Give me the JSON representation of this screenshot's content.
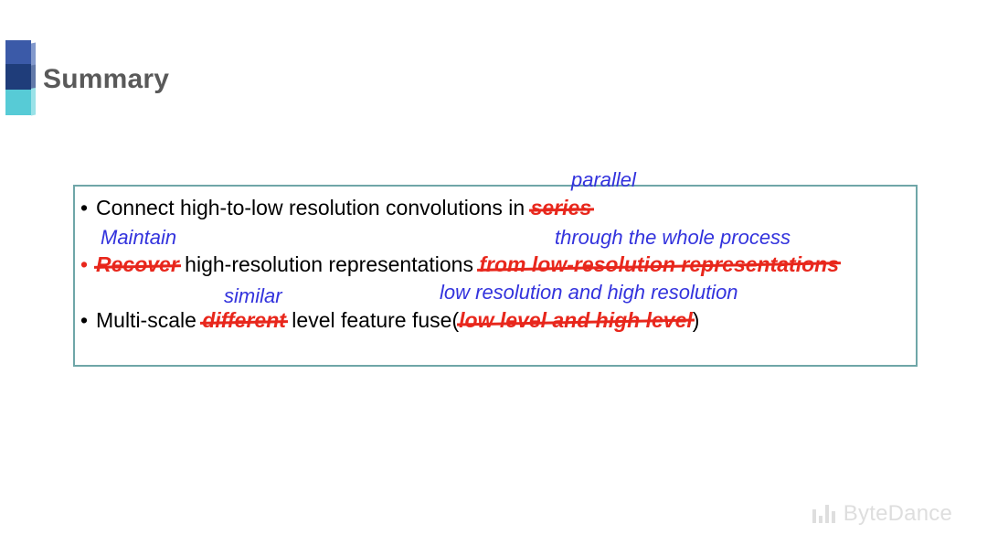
{
  "slide": {
    "title": "Summary",
    "background_color": "#ffffff"
  },
  "colors": {
    "title_gray": "#595959",
    "body_black": "#000000",
    "strike_red": "#e8271c",
    "correction_blue": "#3333dd",
    "box_border_teal": "#6fa6a8",
    "watermark_gray": "#dedede",
    "logo_blue_light": "#3b5aa8",
    "logo_blue_dark": "#1f3d7a",
    "logo_teal": "#57cbd6"
  },
  "content_box": {
    "lines": [
      {
        "id": "line-1",
        "bullet": "•",
        "bullet_color": "black",
        "segments": [
          {
            "kind": "plain",
            "text": "Connect high-to-low resolution convolutions in "
          },
          {
            "kind": "struck",
            "text": "series"
          }
        ]
      },
      {
        "id": "line-2",
        "bullet": "•",
        "bullet_color": "red",
        "segments": [
          {
            "kind": "struck",
            "text": "Recover"
          },
          {
            "kind": "plain",
            "text": " high-resolution representations "
          },
          {
            "kind": "struck",
            "text": "from low-resolution representations"
          }
        ]
      },
      {
        "id": "line-3",
        "bullet": "•",
        "bullet_color": "black",
        "segments": [
          {
            "kind": "plain",
            "text": "Multi-scale "
          },
          {
            "kind": "struck",
            "text": "different"
          },
          {
            "kind": "plain",
            "text": " level feature fuse("
          },
          {
            "kind": "struck",
            "text": "low level and high level"
          },
          {
            "kind": "plain",
            "text": ")"
          }
        ]
      }
    ],
    "corrections": [
      {
        "id": "correction-parallel",
        "text": "parallel"
      },
      {
        "id": "correction-maintain",
        "text": "Maintain"
      },
      {
        "id": "correction-whole-process",
        "text": "through the whole process"
      },
      {
        "id": "correction-similar",
        "text": "similar"
      },
      {
        "id": "correction-low-high-resolution",
        "text": "low resolution and high resolution"
      }
    ]
  },
  "watermark": {
    "brand": "ByteDance",
    "icon": "bar-chart-icon"
  }
}
